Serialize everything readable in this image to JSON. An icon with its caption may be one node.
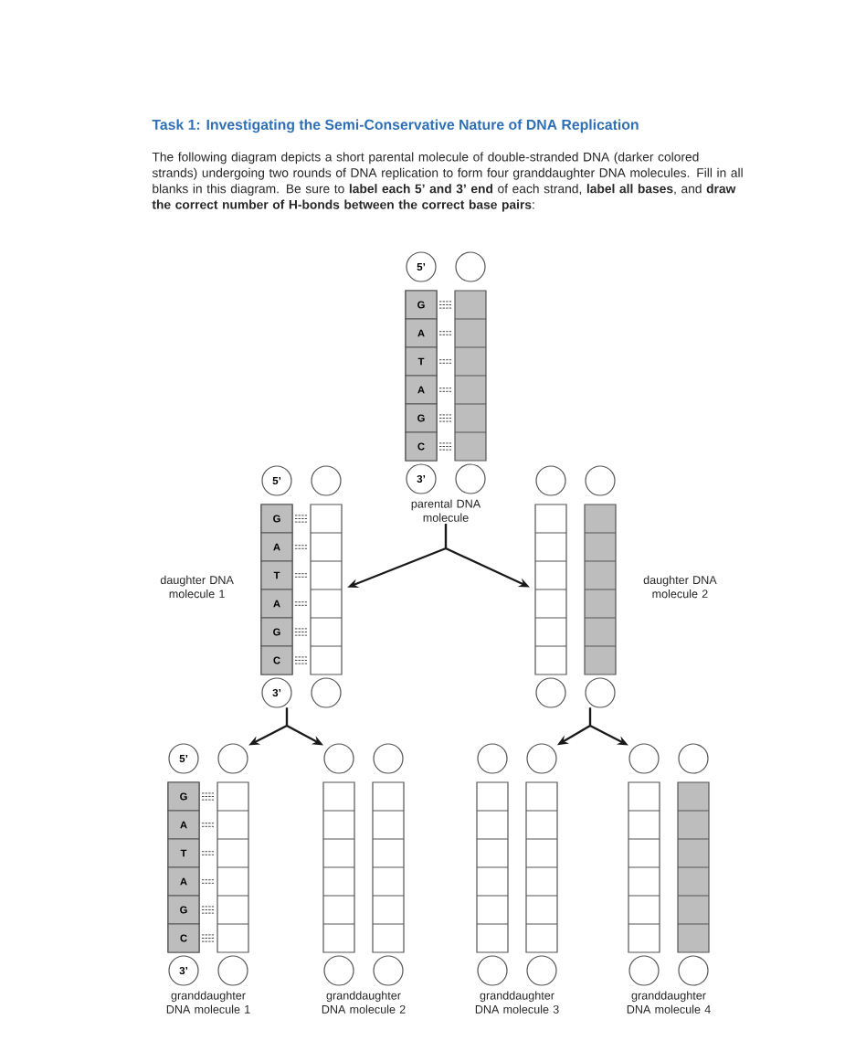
{
  "diagram": {
    "title": "Task 1: Investigating the Semi-Conservative Nature of DNA Replication",
    "nodes": [
      {
        "text": [
          "parental DNA molecule"
        ]
      },
      {
        "text": [
          "5’"
        ]
      },
      {
        "text": [],
        "shape": "circle"
      },
      {
        "text": [],
        "shape": "bar"
      },
      {
        "text": [
          "G"
        ],
        "in": 3
      },
      {
        "text": [
          "A"
        ],
        "in": 3
      },
      {
        "text": [
          "T"
        ],
        "in": 3
      },
      {
        "text": [
          "A"
        ],
        "in": 3
      },
      {
        "text": [
          "G"
        ],
        "in": 3
      },
      {
        "text": [
          "C"
        ],
        "in": 3
      },
      {
        "text": [],
        "shape": "bar"
      },
      {
        "text": [
          "3’"
        ]
      },
      {
        "text": [],
        "shape": "circle"
      },
      {
        "text": [
          "daughter DNA molecule 1"
        ]
      },
      {
        "text": [
          "5’"
        ]
      },
      {
        "text": [],
        "shape": "circle"
      },
      {
        "text": [],
        "shape": "bar"
      },
      {
        "text": [
          "G"
        ],
        "in": 16
      },
      {
        "text": [
          "A"
        ],
        "in": 16
      },
      {
        "text": [
          "T"
        ],
        "in": 16
      },
      {
        "text": [
          "A"
        ],
        "in": 16
      },
      {
        "text": [
          "G"
        ],
        "in": 16
      },
      {
        "text": [
          "C"
        ],
        "in": 16
      },
      {
        "text": [],
        "shape": "bar"
      },
      {
        "text": [
          "3’"
        ]
      },
      {
        "text": [],
        "shape": "circle"
      },
      {
        "text": [
          "daughter DNA molecule 2"
        ]
      },
      {
        "text": [],
        "shape": "circle"
      },
      {
        "text": [],
        "shape": "circle"
      },
      {
        "text": [],
        "shape": "bar"
      },
      {
        "text": [],
        "shape": "bar"
      },
      {
        "text": [],
        "shape": "circle"
      },
      {
        "text": [],
        "shape": "circle"
      },
      {
        "text": [
          "granddaughter DNA molecule 1"
        ]
      },
      {
        "text": [
          "5’"
        ]
      },
      {
        "text": [],
        "shape": "circle"
      },
      {
        "text": [],
        "shape": "bar"
      },
      {
        "text": [
          "G"
        ],
        "in": 36
      },
      {
        "text": [
          "A"
        ],
        "in": 36
      },
      {
        "text": [
          "T"
        ],
        "in": 36
      },
      {
        "text": [
          "A"
        ],
        "in": 36
      },
      {
        "text": [
          "G"
        ],
        "in": 36
      },
      {
        "text": [
          "C"
        ],
        "in": 36
      },
      {
        "text": [],
        "shape": "bar"
      },
      {
        "text": [
          "3’"
        ]
      },
      {
        "text": [],
        "shape": "circle"
      },
      {
        "text": [
          "granddaughter DNA molecule 2"
        ]
      },
      {
        "text": [],
        "shape": "circle"
      },
      {
        "text": [],
        "shape": "circle"
      },
      {
        "text": [],
        "shape": "bar"
      },
      {
        "text": [],
        "shape": "bar"
      },
      {
        "text": [],
        "shape": "circle"
      },
      {
        "text": [],
        "shape": "circle"
      },
      {
        "text": [
          "granddaughter DNA molecule 3"
        ]
      },
      {
        "text": [],
        "shape": "circle"
      },
      {
        "text": [],
        "shape": "circle"
      },
      {
        "text": [],
        "shape": "bar"
      },
      {
        "text": [],
        "shape": "bar"
      },
      {
        "text": [],
        "shape": "circle"
      },
      {
        "text": [],
        "shape": "circle"
      },
      {
        "text": [
          "granddaughter DNA molecule 4"
        ]
      },
      {
        "text": [],
        "shape": "circle"
      },
      {
        "text": [],
        "shape": "circle"
      },
      {
        "text": [],
        "shape": "bar"
      },
      {
        "text": [],
        "shape": "bar"
      },
      {
        "text": [],
        "shape": "circle"
      },
      {
        "text": [],
        "shape": "circle"
      }
    ],
    "edges": [
      {
        "from": 0,
        "to": 23,
        "arrow": "to"
      },
      {
        "from": 0,
        "to": 29,
        "arrow": "to"
      },
      {
        "from": 24,
        "to": 35,
        "arrow": "to"
      },
      {
        "from": 24,
        "to": 47,
        "arrow": "to"
      },
      {
        "from": 32,
        "to": 55,
        "arrow": "to"
      },
      {
        "from": 32,
        "to": 61,
        "arrow": "to"
      }
    ],
    "labels": [
      "The following diagram depicts a short parental molecule of double-stranded DNA (darker colored strands) undergoing two rounds of DNA replication to form four granddaughter DNA molecules. Fill in all blanks in this diagram. Be sure to **label each 5’ and 3’ end** of each strand, **label all bases**, and **draw the correct number of H-bonds between the correct base pairs**:"
    ]
  }
}
